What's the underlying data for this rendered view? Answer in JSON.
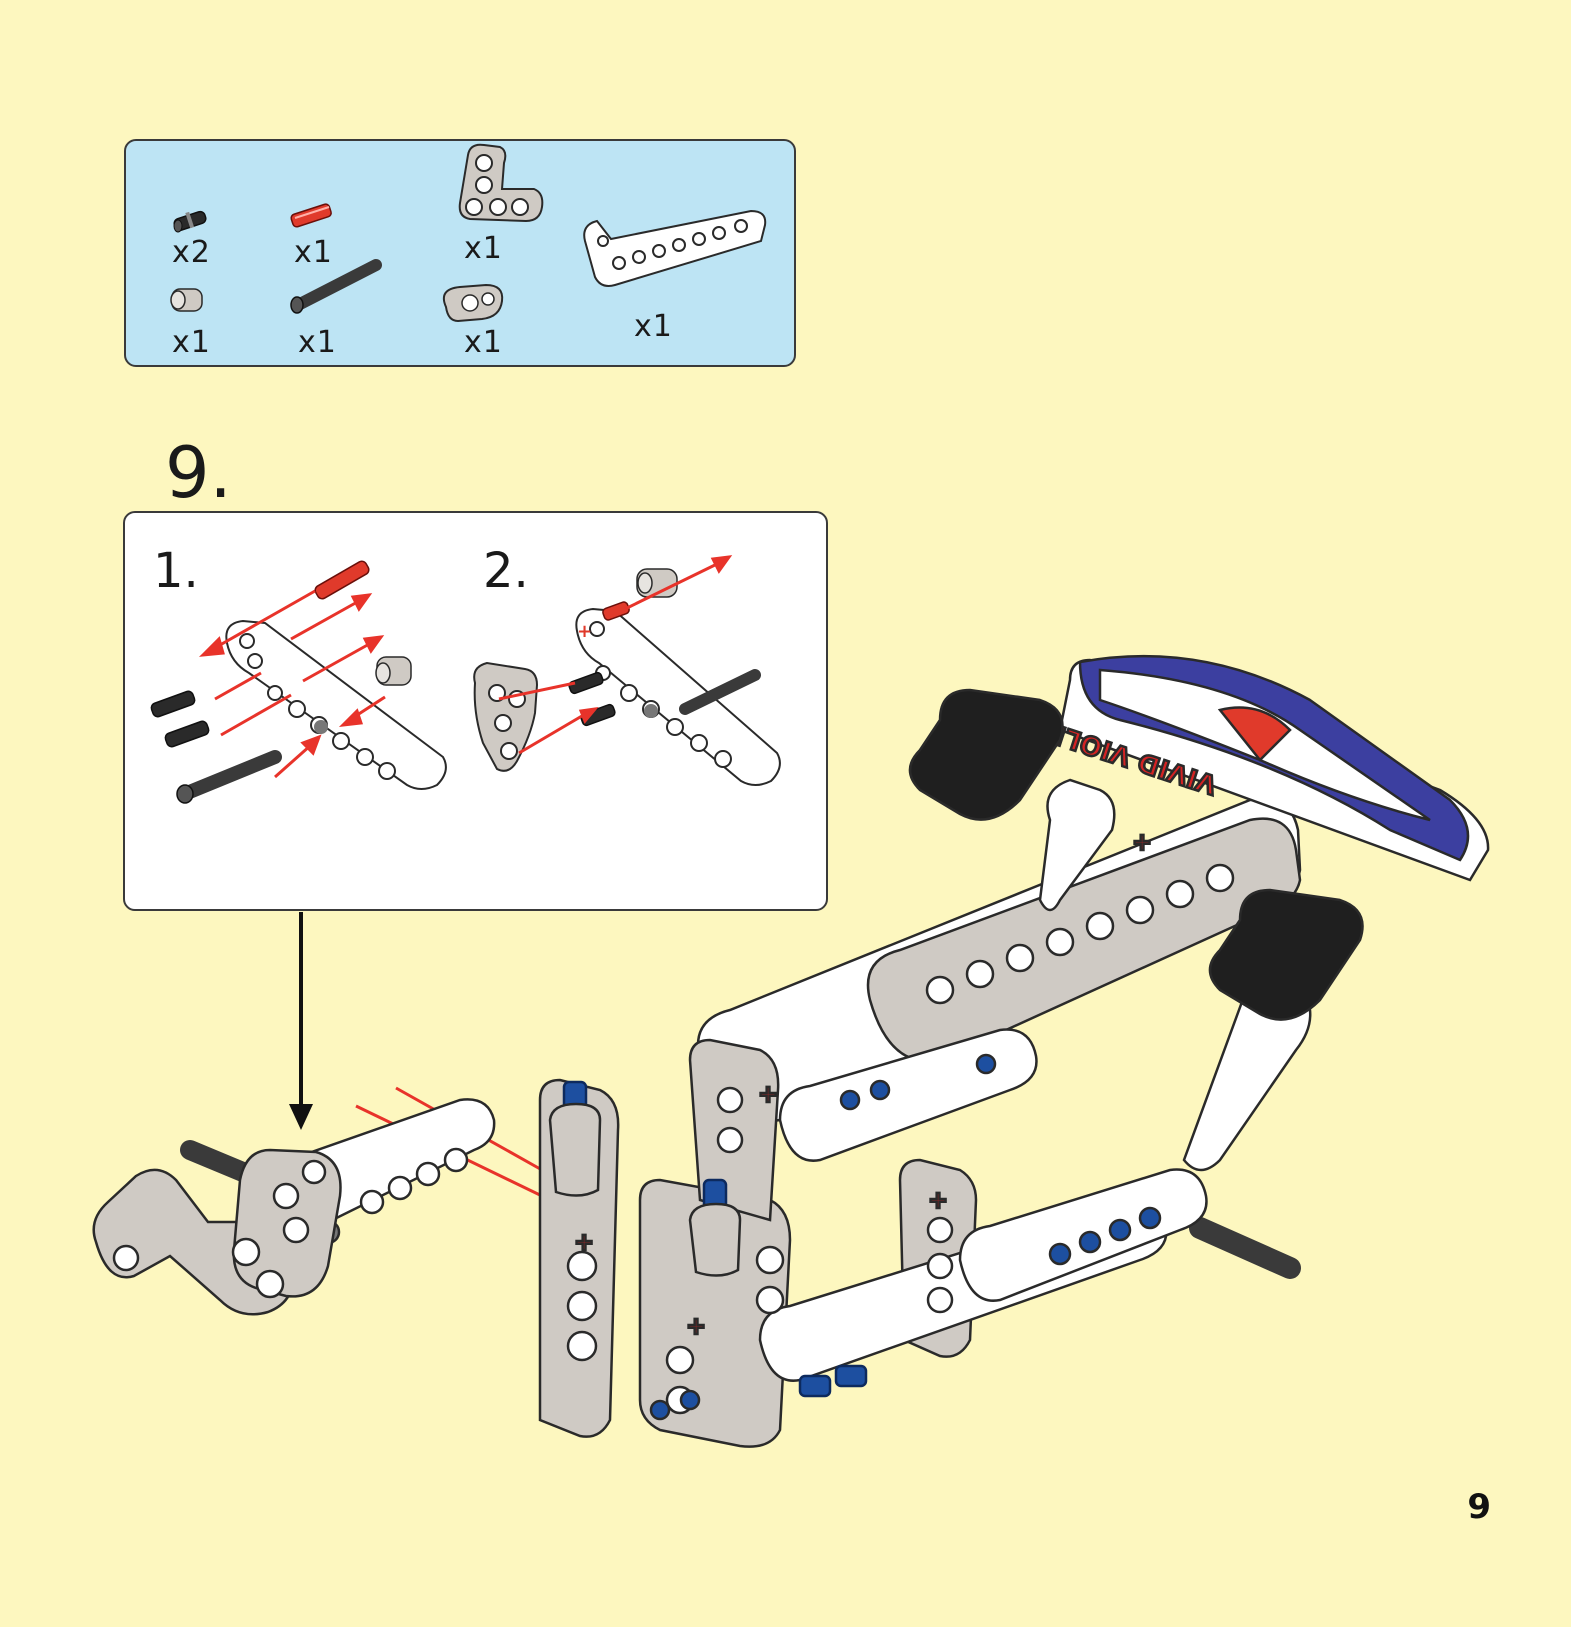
{
  "parts_list": {
    "items": [
      {
        "part": "black-connector-pin-icon",
        "qty": "x2"
      },
      {
        "part": "red-axle-icon",
        "qty": "x1"
      },
      {
        "part": "t-beam-icon",
        "qty": "x1"
      },
      {
        "part": "l-beam-icon",
        "qty": "x1"
      },
      {
        "part": "bush-icon",
        "qty": "x1"
      },
      {
        "part": "long-axle-icon",
        "qty": "x1"
      },
      {
        "part": "double-link-icon",
        "qty": "x1"
      }
    ]
  },
  "step": {
    "number": "9.",
    "substeps": [
      {
        "label": "1."
      },
      {
        "label": "2."
      }
    ]
  },
  "sticker_text": {
    "top": "VIVID VIOLENT"
  },
  "page_number": "9",
  "colors": {
    "background": "#fdf7bf",
    "parts_box": "#bde4f4",
    "arrow": "#e8332a",
    "beam_white": "#ffffff",
    "beam_gray": "#cfcac4",
    "pin_black": "#1f1f1f",
    "pin_blue": "#1d4fa0",
    "axle_red": "#e03a2b"
  }
}
